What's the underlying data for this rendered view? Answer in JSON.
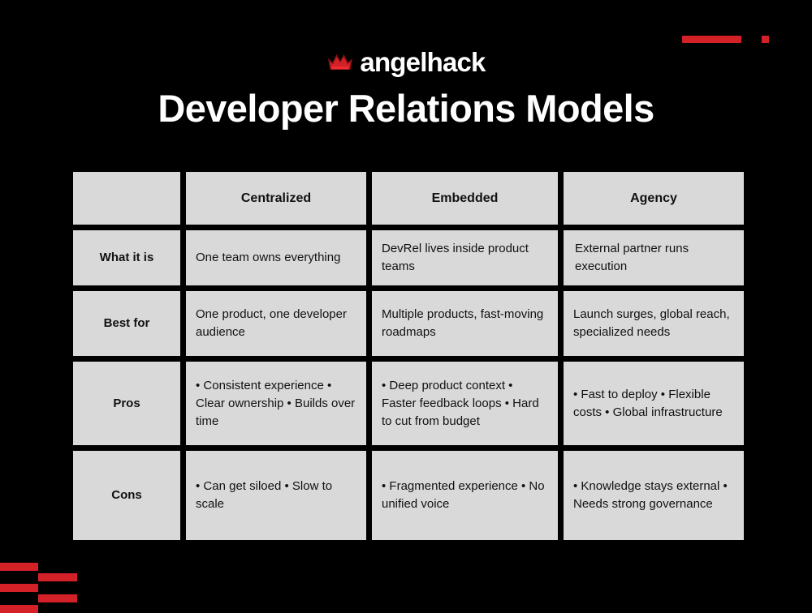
{
  "slide": {
    "background_color": "#000000",
    "accent_color": "#d42027",
    "cell_color": "#d9d9d9",
    "title": "Developer Relations Models",
    "logo_text": "angelhack"
  },
  "table": {
    "columns": [
      "",
      "Centralized",
      "Embedded",
      "Agency"
    ],
    "rows": [
      {
        "label": "What it is",
        "cells": [
          "One team owns everything",
          "DevRel lives inside product teams",
          "External partner runs execution"
        ]
      },
      {
        "label": "Best for",
        "cells": [
          "One product, one developer audience",
          "Multiple products, fast-moving roadmaps",
          "Launch surges, global reach, specialized needs"
        ]
      },
      {
        "label": "Pros",
        "cells": [
          "• Consistent experience • Clear ownership • Builds over time",
          "• Deep product context • Faster feedback loops • Hard to cut from budget",
          "• Fast to deploy • Flexible costs • Global infrastructure"
        ]
      },
      {
        "label": "Cons",
        "cells": [
          "• Can get siloed • Slow to scale",
          "• Fragmented experience • No unified voice",
          "• Knowledge stays external • Needs strong governance"
        ]
      }
    ]
  },
  "decorations": {
    "top_right": [
      "accent-bar",
      "accent-square"
    ],
    "bottom_left": [
      "accent-stripe",
      "accent-stripe",
      "accent-stripe",
      "accent-stripe",
      "accent-stripe"
    ]
  }
}
